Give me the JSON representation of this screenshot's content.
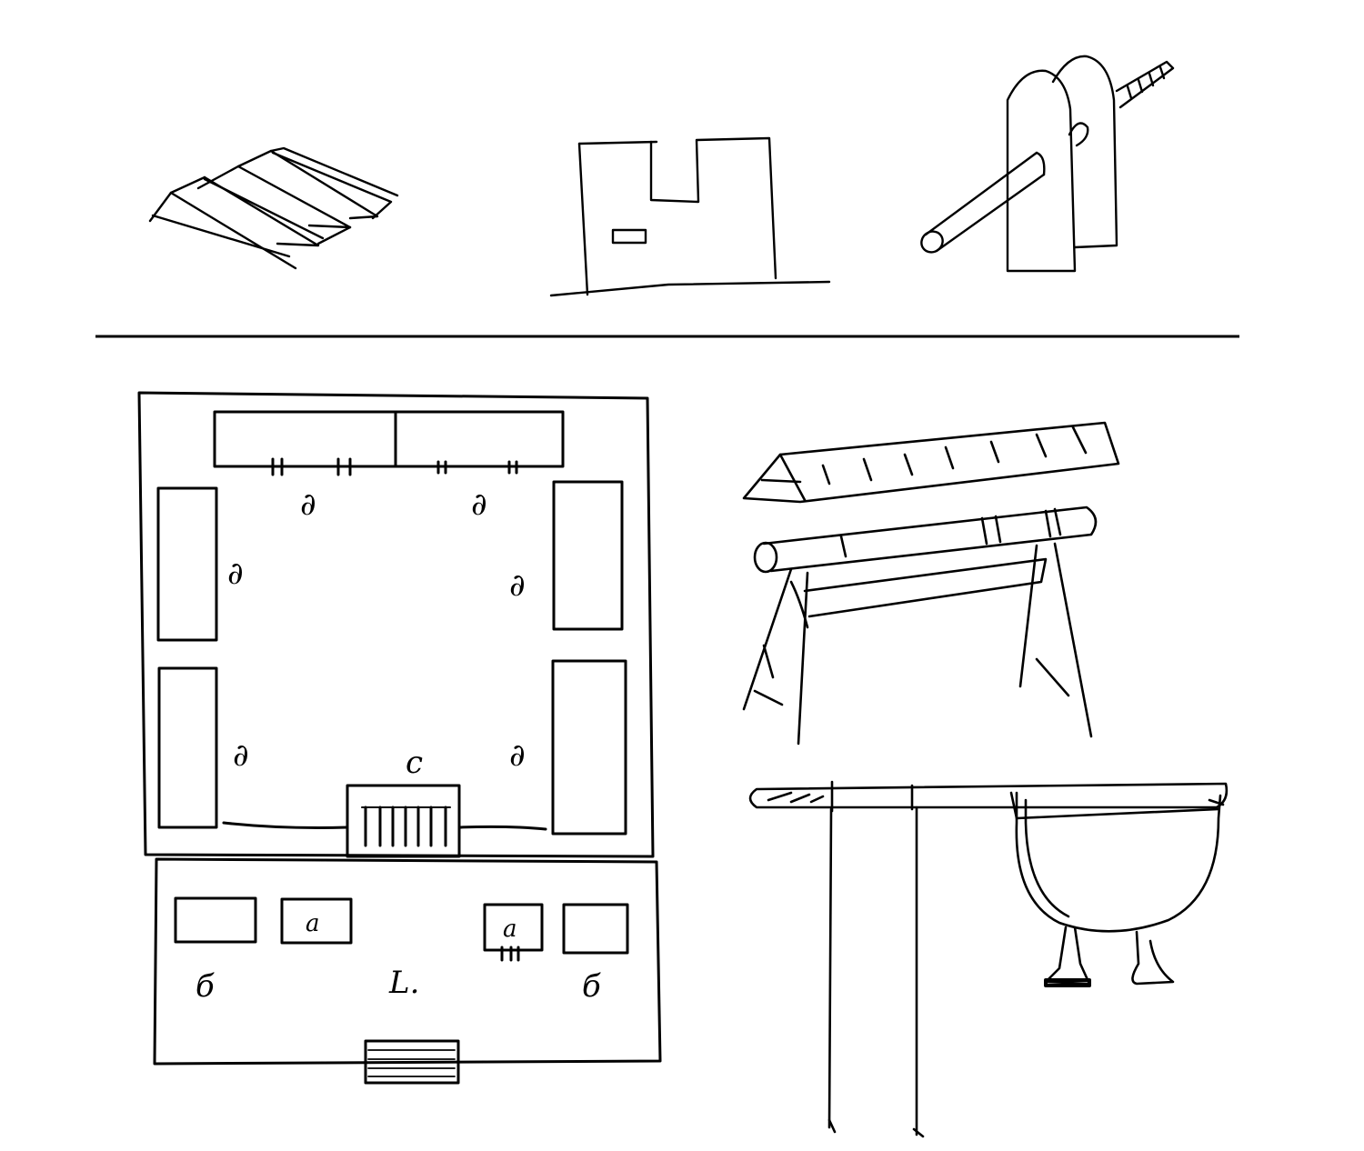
{
  "plan": {
    "labels": {
      "room_top_left": "∂",
      "room_top_right": "∂",
      "room_left_upper": "∂",
      "room_right_upper": "∂",
      "room_left_lower": "∂",
      "room_right_lower": "∂",
      "gate_inner": "c",
      "room_front_center": "a",
      "room_front_right": "a",
      "wing_left": "б",
      "court_front": "L.",
      "wing_right": "б"
    }
  },
  "colors": {
    "ink": "#000000",
    "paper": "#ffffff"
  }
}
